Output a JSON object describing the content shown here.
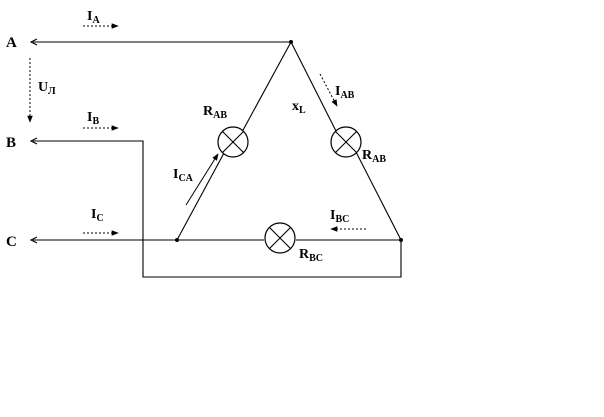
{
  "nodes": {
    "a": "A",
    "b": "B",
    "c": "C"
  },
  "currents": {
    "ia": {
      "main": "I",
      "sub": "A"
    },
    "ib": {
      "main": "I",
      "sub": "B"
    },
    "ic": {
      "main": "I",
      "sub": "C"
    },
    "iab": {
      "main": "I",
      "sub": "AB"
    },
    "ica": {
      "main": "I",
      "sub": "CA"
    },
    "ibc": {
      "main": "I",
      "sub": "BC"
    }
  },
  "voltage": {
    "main": "U",
    "sub": "Л"
  },
  "resistors": {
    "left": {
      "main": "R",
      "sub": "AB"
    },
    "right": {
      "main": "R",
      "sub": "AB"
    },
    "bottom": {
      "main": "R",
      "sub": "BC"
    }
  },
  "inductance": {
    "main": "x",
    "sub": "L"
  },
  "colors": {
    "line": "#000000",
    "background": "#ffffff"
  },
  "icons": {
    "lamp": "lamp-icon",
    "terminal": "terminal-icon"
  }
}
